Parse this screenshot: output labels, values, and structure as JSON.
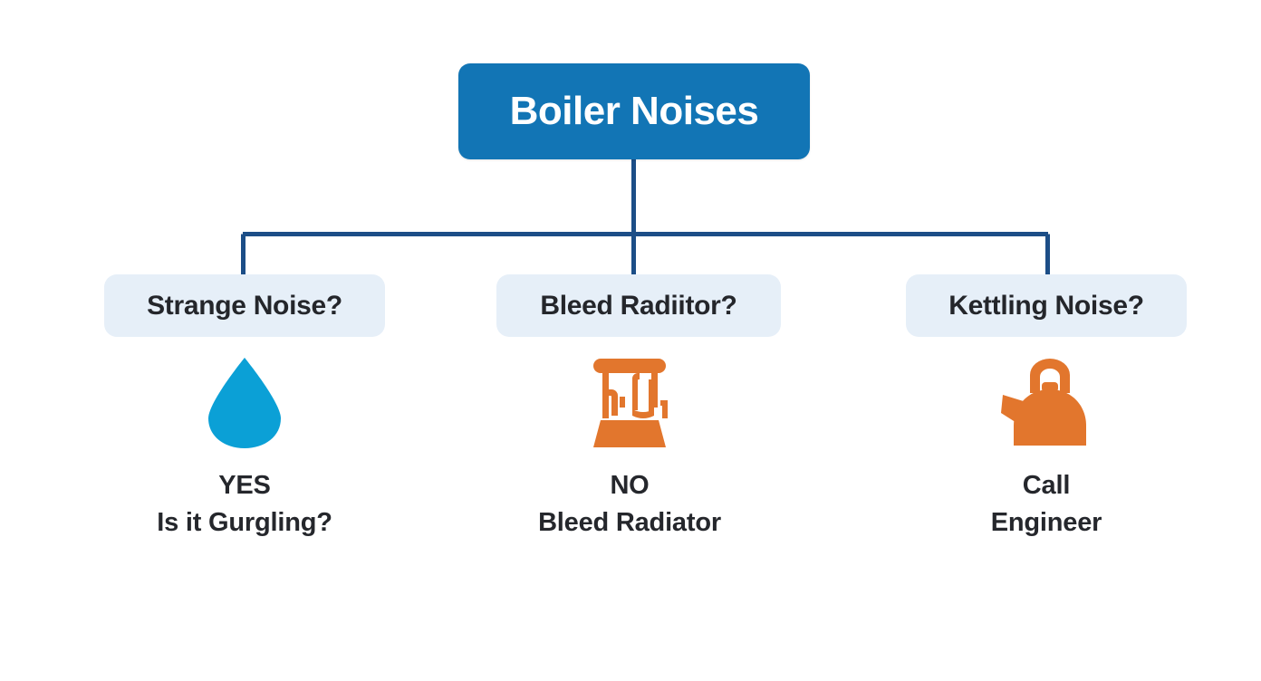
{
  "diagram": {
    "title": "Boiler Noises",
    "background_color": "#FFFFFF",
    "root": {
      "label": "Boiler Noises",
      "fill_color": "#1275B5",
      "text_color": "#FFFFFF"
    },
    "connector": {
      "color": "#1C4E87",
      "stroke_width": "5"
    },
    "pill_style": {
      "fill_color": "#E6EFF8",
      "text_color": "#24262B"
    },
    "branches": [
      {
        "pill_label": "Strange Noise?",
        "icon": "water-droplet-icon",
        "icon_color": "#0BA0D6",
        "answer": "YES",
        "detail": "Is it Gurgling?"
      },
      {
        "pill_label": "Bleed Radiitor?",
        "icon": "radiator-icon",
        "icon_color": "#E2762D",
        "answer": "NO",
        "detail": "Bleed Radiator"
      },
      {
        "pill_label": "Kettling Noise?",
        "icon": "kettle-icon",
        "icon_color": "#E2762D",
        "answer": "Call",
        "detail": "Engineer"
      }
    ]
  }
}
